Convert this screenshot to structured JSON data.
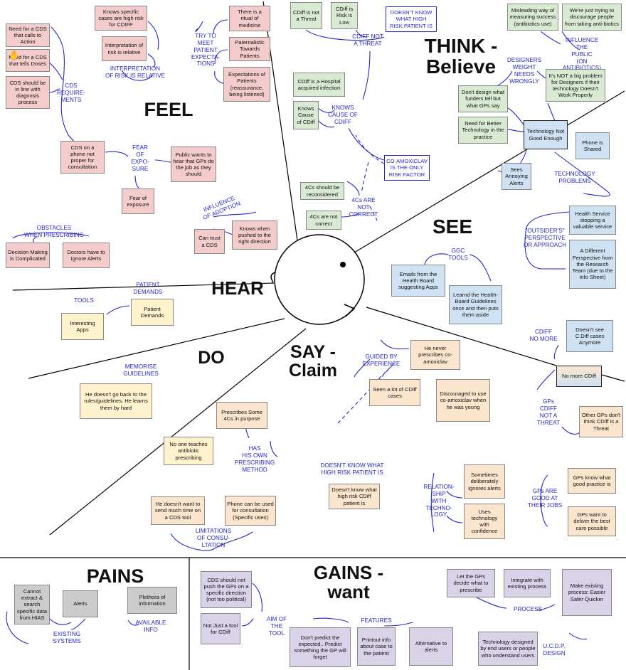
{
  "sections": {
    "feel": "FEEL",
    "think": "THINK -\nBelieve",
    "see": "SEE",
    "hear": "HEAR",
    "do": "DO",
    "say": "SAY -\nClaim",
    "pains": "PAINS",
    "gains": "GAINS -\nwant"
  },
  "labels": {
    "cds_requirements": "CDS\nREQUIRE-\nMENTS",
    "interpretation_of_risk": "INTERPRETATION\nOF RISK IS RELATIVE",
    "try_to_meet": "TRY TO\nMEET\nPATIENT\nEXPECTA-\nTIONS",
    "fear_of_exposure": "FEAR\nOF\nEXPO-\nSURE",
    "influence_of_adoption": "INFLUENCE\nOF ADOPTION",
    "obstacles": "OBSTACLES\nWHEN PRESCRIBING",
    "cdiff_not_threat": "CDIFF NOT\nA THREAT",
    "dont_know_high_risk": "DOESN'T KNOW\nWHAT HIGH\nRISK PATIENT IS",
    "influence_public": "INFLUENCE THE\nPUBLIC\n(ON ANTIBIOTICS)",
    "designers_weight": "DESIGNERS\nWEIGHT\nNEEDS\nWRONGLY",
    "knows_cause": "KNOWS\nCAUSE OF\nCDIFF",
    "coamoxiclav_risk": "CO-AMOXICLAV\nIS THE ONLY\nRISK FACTOR",
    "4cs_not_correct": "4Cs ARE\nNOT\nCORRECT",
    "technology_problems": "TECHNOLOGY\nPROBLEMS",
    "outsiders": "\"OUTSIDER'S\"\nPERSPECTIVE\nOR APPROACH",
    "ggc_tools": "GGC\nTOOLS",
    "tools": "TOOLS",
    "patient_demands": "PATIENT\nDEMANDS",
    "cdiff_no_more": "CDIFF\nNO MORE",
    "memorise": "MEMORISE\nGUIDELINES",
    "guided_by_experience": "GUIDED BY\nEXPERIENCE",
    "gps_cdiff_threat": "GPs\nCDIFF\nNOT A\nTHREAT",
    "own_method": "HAS\nHIS OWN\nPRESCRIBING\nMETHOD",
    "doesnt_know_what": "DOESN'T KNOW WHAT\nHIGH RISK PATIENT IS",
    "relationship": "RELATION-\nSHIP\nWITH\nTECHNO-\nLOGY",
    "gps_good": "GPs ARE\nGOOD AT\nTHEIR JOBS",
    "limitations": "LIMITATIONS\nOF CONSU-\nLTATION",
    "existing_systems": "EXISTING\nSYSTEMS",
    "available_info": "AVAILABLE\nINFO",
    "aim_of_tool": "AIM OF\nTHE\nTOOL",
    "features": "FEATURES",
    "process": "PROCESS",
    "ucdp": "U.C.D.P.\nDESIGN"
  },
  "notes": {
    "n01": "Need for a CDS that calls to Action",
    "n02": "Need for a CDS that tells Doses",
    "n03": "CDS should be in line with diagnosis process",
    "n04": "Knows specific cases are high risk for CDIFF",
    "n05": "Interpretation of risk is relative",
    "n06": "There is a ritual of medicine",
    "n07": "Paternalistic Towards Patients",
    "n08": "Expectations of Patients (reassurance, being listened)",
    "n09": "CDS on a phone not proper for consultation",
    "n10": "Public wants to hear that GPs do the job as they should",
    "n11": "Fear of exposure",
    "n12": "Can trust a CDS",
    "n13": "Knows when pushed to the right direction",
    "n14": "Decision Making is Complicated",
    "n15": "Doctors have to Ignore Alerts",
    "n16": "CDiff is not a Threat",
    "n17": "CDiff is Risk is Low",
    "n18": "Misleading way of measuring success (antibiotics use)",
    "n19": "We're just trying to discourage people from taking anti-biotics",
    "n20": "CDiff is a Hospital acquired infection",
    "n21": "Knows Cause of CDiff",
    "n22": "Don't design what funders tell but what GPs say",
    "n23": "It's NOT a big problem for Designers if their technology Doesn't Work Properly",
    "n24": "Need for Better Technology in the practice",
    "n25": "Technology Not Good Enough",
    "n26": "Phone is Shared",
    "n27": "Sees Annoying Alerts",
    "n28": "4Cs should be reconsidered",
    "n29": "4Cs are not correct",
    "n30": "Health Service stopping a valuable service",
    "n31": "A Different Perspective from the Research Team (due to the info Sheet)",
    "n32": "Emails from the Health Board suggesting Apps",
    "n33": "Learnd the Health-Board Guidelines once and then puts them aside",
    "n34": "Interesting Apps",
    "n35": "Patient Demands",
    "n36": "Doesn't see C.Diff cases Anymore",
    "n37": "No more CDiff",
    "n38": "He never prescribes co-amoxiclav",
    "n39": "Seen a lot of CDiff cases",
    "n40": "Discouraged to use co-amoxiclav when he was young",
    "n41": "He doesn't go back to the rules/guidelines. He learns them by hard",
    "n42": "Other GPs don't think CDiff is a Threat",
    "n43": "Prescribes Some 4Cs in purpose",
    "n44": "No one teaches antibiotic prescribing",
    "n45": "Sometimes deliberately ignores alerts",
    "n46": "Uses technology with confidence",
    "n47": "GPs know what good practice is",
    "n48": "GPs want to deliver the best care possible",
    "n49": "Doesn't know what high risk CDiff patient is",
    "n50": "He doesn't want to send much time on a CDS tool",
    "n51": "Phone can be used for consultation (Specific uses)",
    "n52": "Cannot extract & search specific data from HIAS",
    "n53": "Alerts",
    "n54": "Plethora of information",
    "n55": "CDS should not push the GPs on a specific direction (not too political)",
    "n56": "Not Just a tool for CDiff",
    "n57": "Don't predict the expected.. Predict something the GP will forget",
    "n58": "Printout info about case to the patient",
    "n59": "Alternative to alerts",
    "n60": "Let the GPs decide what to prescribe",
    "n61": "Integrate with existing process",
    "n62": "Make existing process: Easier Safer Quicker",
    "n63": "Technology designed by end users or people who understand users"
  },
  "colors": {
    "pink": "#f4cccc",
    "green": "#d9ead3",
    "blue": "#cfe2f3",
    "yellow": "#fff2cc",
    "orange": "#fce5cd",
    "purple": "#d9d2e9",
    "grey": "#cccccc",
    "label": "#2626c8"
  }
}
